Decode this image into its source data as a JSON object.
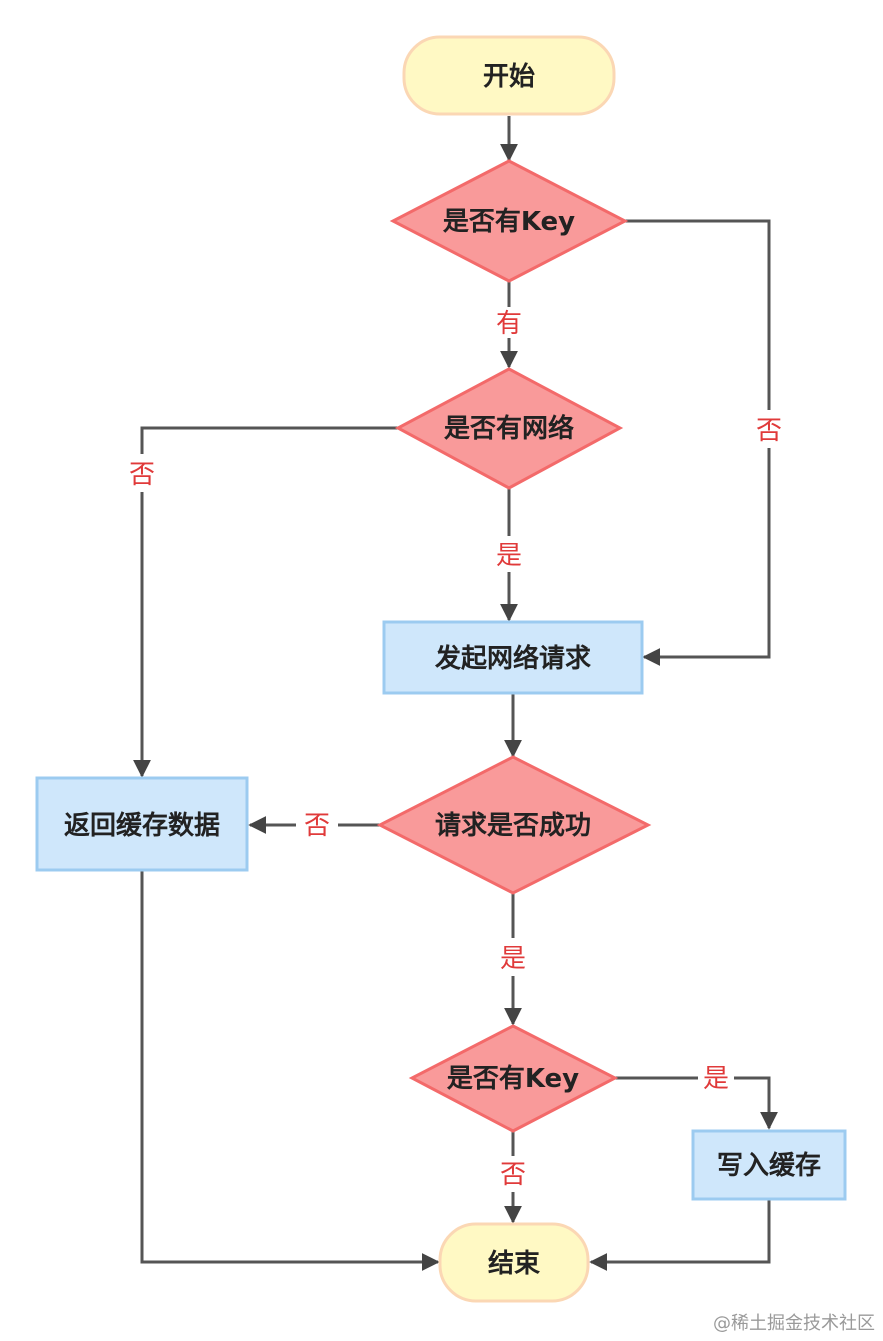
{
  "nodes": {
    "start": "开始",
    "check_key_1": "是否有Key",
    "check_network": "是否有网络",
    "send_request": "发起网络请求",
    "request_success": "请求是否成功",
    "return_cache": "返回缓存数据",
    "check_key_2": "是否有Key",
    "write_cache": "写入缓存",
    "end": "结束"
  },
  "edge_labels": {
    "key1_yes": "有",
    "key1_no": "否",
    "network_no": "否",
    "network_yes": "是",
    "success_no": "否",
    "success_yes": "是",
    "key2_yes": "是",
    "key2_no": "否"
  },
  "colors": {
    "terminal_fill": "#fff9c4",
    "terminal_stroke": "#fbd7b4",
    "decision_fill": "#f99a9a",
    "decision_stroke": "#f36a6a",
    "process_fill": "#cfe7fb",
    "process_stroke": "#9ccbf0",
    "edge": "#555555",
    "edge_label": "#e03a3a"
  },
  "watermark": "@稀土掘金技术社区"
}
